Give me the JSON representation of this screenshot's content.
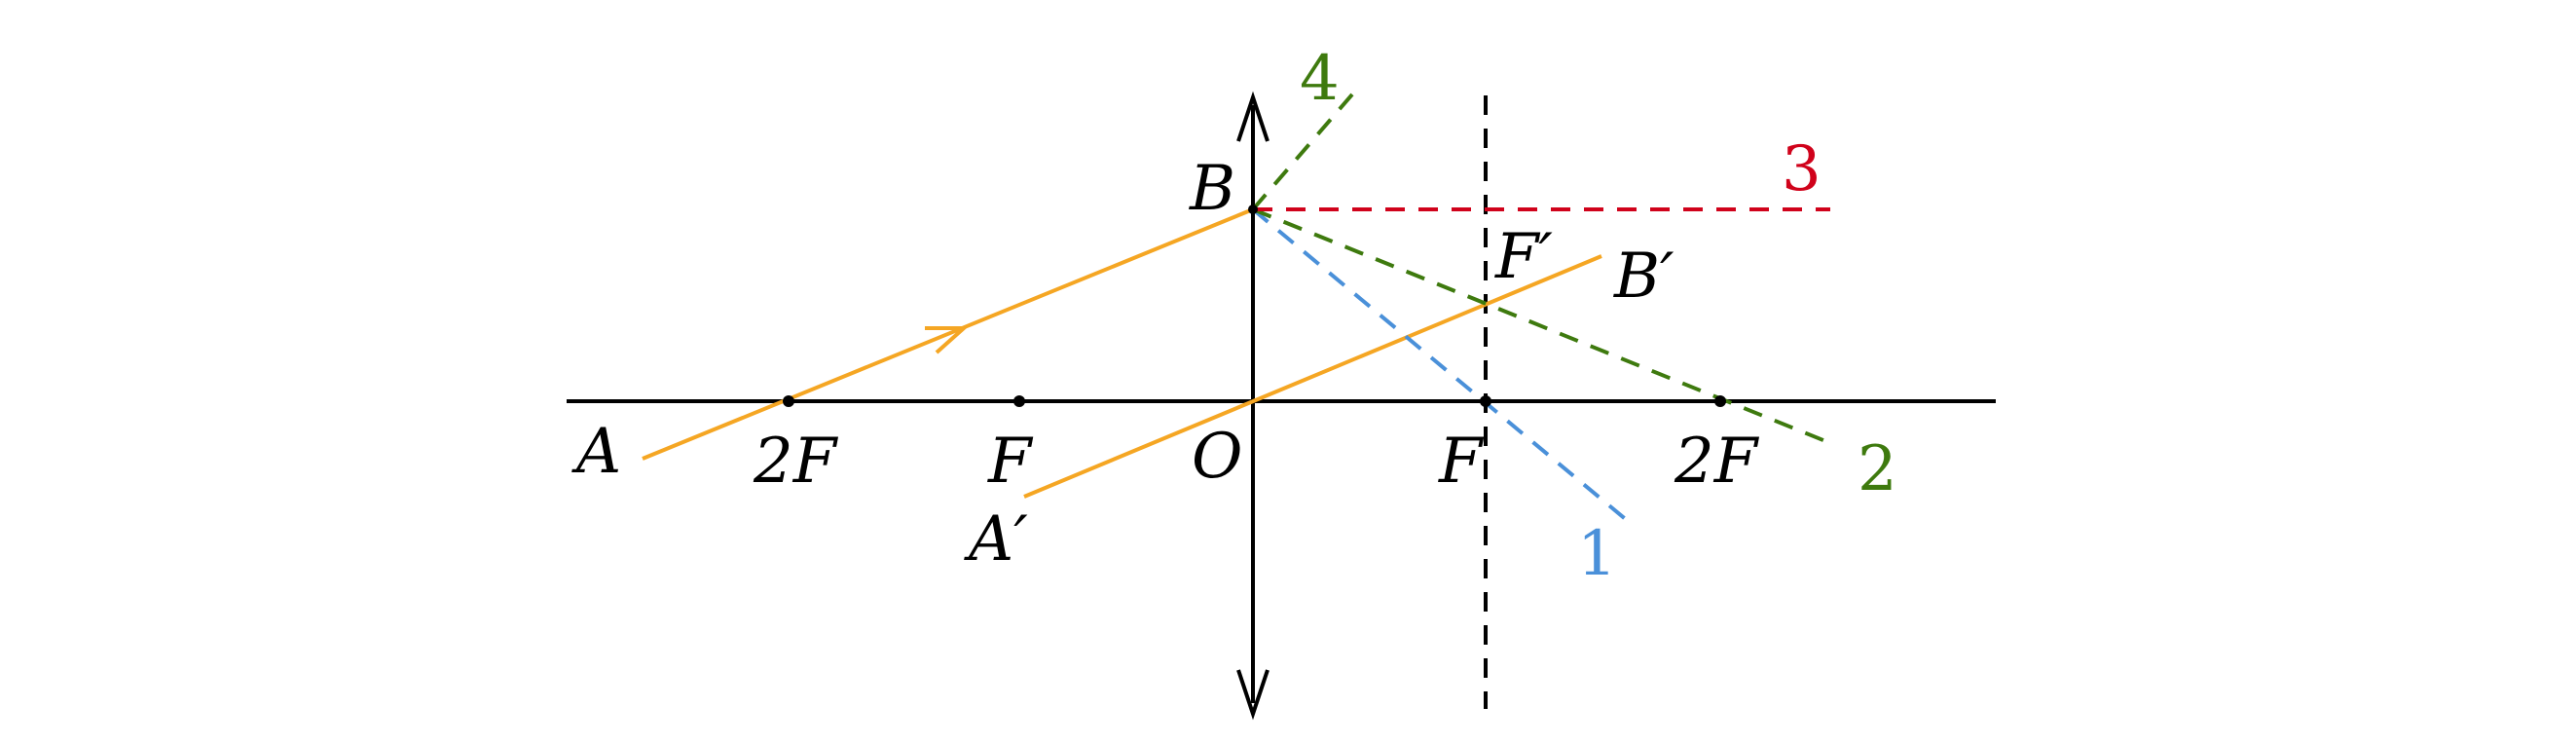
{
  "colors": {
    "axis": "#000000",
    "ray": "#F5A623",
    "line1": "#4A90D9",
    "line2": "#3E7A0E",
    "line3": "#D0021B",
    "line4": "#3E7A0E"
  },
  "labels": {
    "A": "A",
    "two_f_left": "2F",
    "f_left": "F",
    "o": "O",
    "f_right": "F",
    "two_f_right": "2F",
    "a_prime": "A′",
    "b": "B",
    "b_prime": "B′",
    "f_prime": "F′"
  },
  "line_numbers": {
    "n1": "1",
    "n2": "2",
    "n3": "3",
    "n4": "4"
  }
}
